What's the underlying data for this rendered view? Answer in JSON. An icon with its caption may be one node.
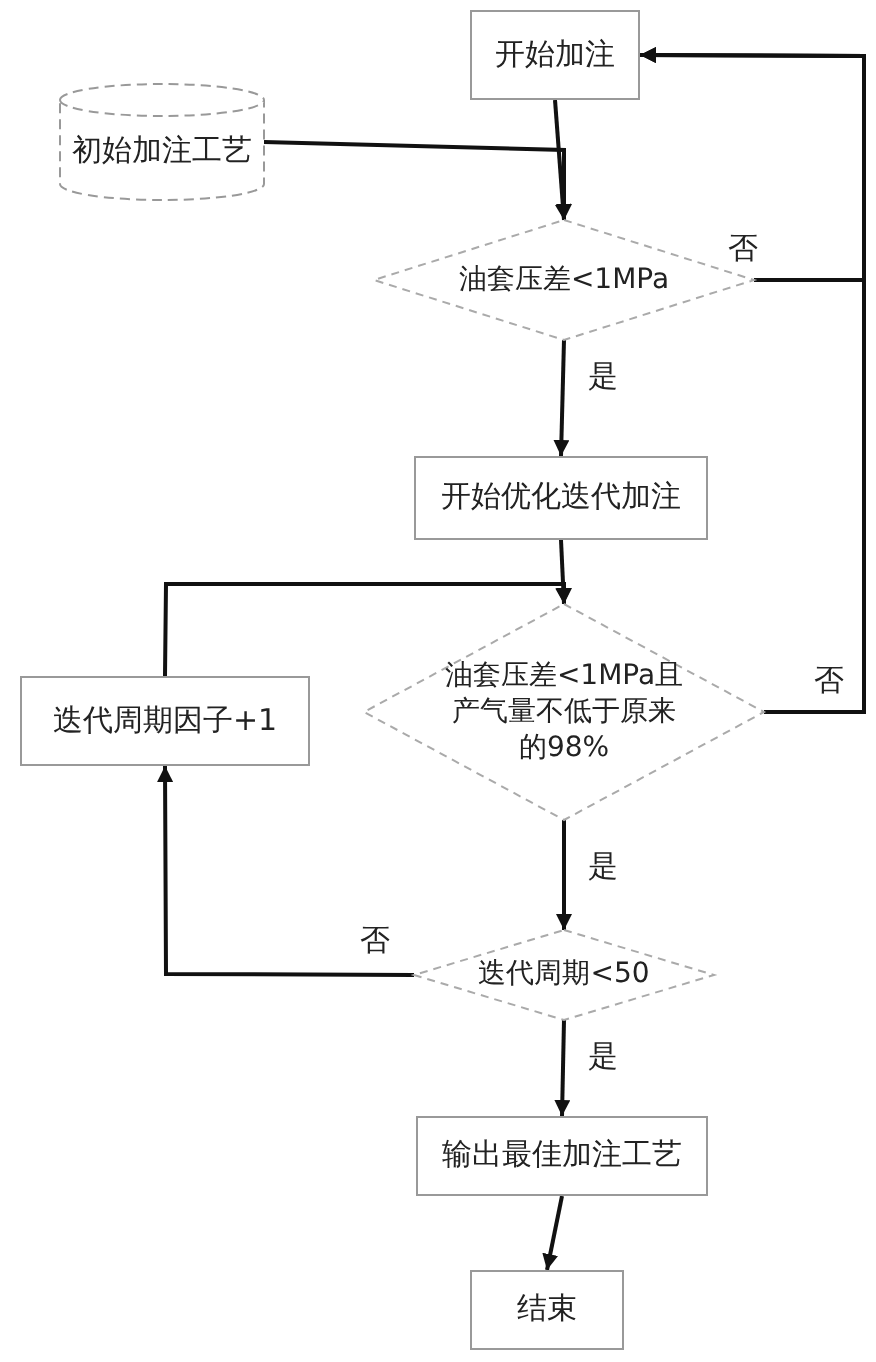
{
  "diagram": {
    "nodes": [
      {
        "text": [
          "开始加注"
        ]
      },
      {
        "text": [
          "初始加注工艺"
        ]
      },
      {
        "text": [
          "油套压差<1MPa"
        ]
      },
      {
        "text": [
          "开始优化迭代加注"
        ]
      },
      {
        "text": [
          "油套压差<1MPa且产气量不低于原来的98%"
        ]
      },
      {
        "text": [
          "迭代周期因子+1"
        ]
      },
      {
        "text": [
          "迭代周期<50"
        ]
      },
      {
        "text": [
          "输出最佳加注工艺"
        ]
      },
      {
        "text": [
          "结束"
        ]
      }
    ],
    "edges": [
      {
        "from": 0,
        "to": 2,
        "arrow": "to"
      },
      {
        "from": 1,
        "to": 2,
        "arrow": "to"
      },
      {
        "from": 2,
        "to": 0,
        "arrow": "to",
        "label": "否"
      },
      {
        "from": 2,
        "to": 3,
        "arrow": "to",
        "label": "是"
      },
      {
        "from": 3,
        "to": 4,
        "arrow": "to"
      },
      {
        "from": 4,
        "to": 0,
        "arrow": "to",
        "label": "否"
      },
      {
        "from": 4,
        "to": 6,
        "arrow": "to",
        "label": "是"
      },
      {
        "from": 6,
        "to": 5,
        "arrow": "to",
        "label": "否"
      },
      {
        "from": 5,
        "to": 4,
        "arrow": "to"
      },
      {
        "from": 6,
        "to": 7,
        "arrow": "to",
        "label": "是"
      },
      {
        "from": 7,
        "to": 8,
        "arrow": "to"
      }
    ]
  }
}
